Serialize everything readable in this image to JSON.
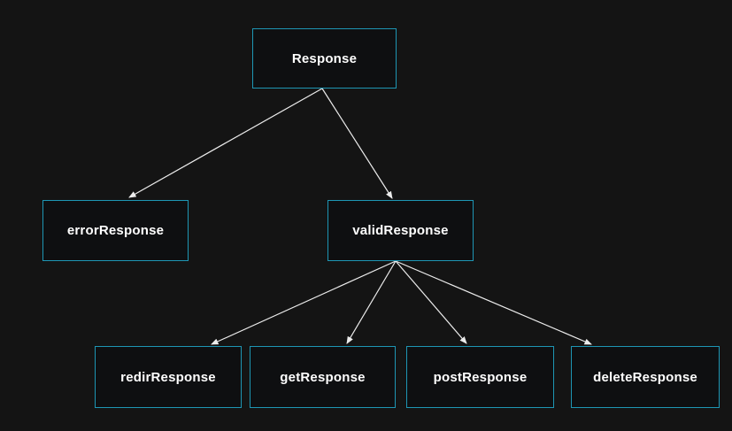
{
  "diagram": {
    "type": "flowchart",
    "direction": "top-down",
    "nodes": {
      "response": {
        "label": "Response"
      },
      "errorResponse": {
        "label": "errorResponse"
      },
      "validResponse": {
        "label": "validResponse"
      },
      "redirResponse": {
        "label": "redirResponse"
      },
      "getResponse": {
        "label": "getResponse"
      },
      "postResponse": {
        "label": "postResponse"
      },
      "deleteResponse": {
        "label": "deleteResponse"
      }
    },
    "edges": [
      {
        "from": "Response",
        "to": "errorResponse"
      },
      {
        "from": "Response",
        "to": "validResponse"
      },
      {
        "from": "validResponse",
        "to": "redirResponse"
      },
      {
        "from": "validResponse",
        "to": "getResponse"
      },
      {
        "from": "validResponse",
        "to": "postResponse"
      },
      {
        "from": "validResponse",
        "to": "deleteResponse"
      }
    ],
    "colors": {
      "background": "#141414",
      "node_fill": "#0e0f11",
      "node_border": "#1e96b4",
      "arrow": "#ececec",
      "text": "#ffffff"
    }
  }
}
